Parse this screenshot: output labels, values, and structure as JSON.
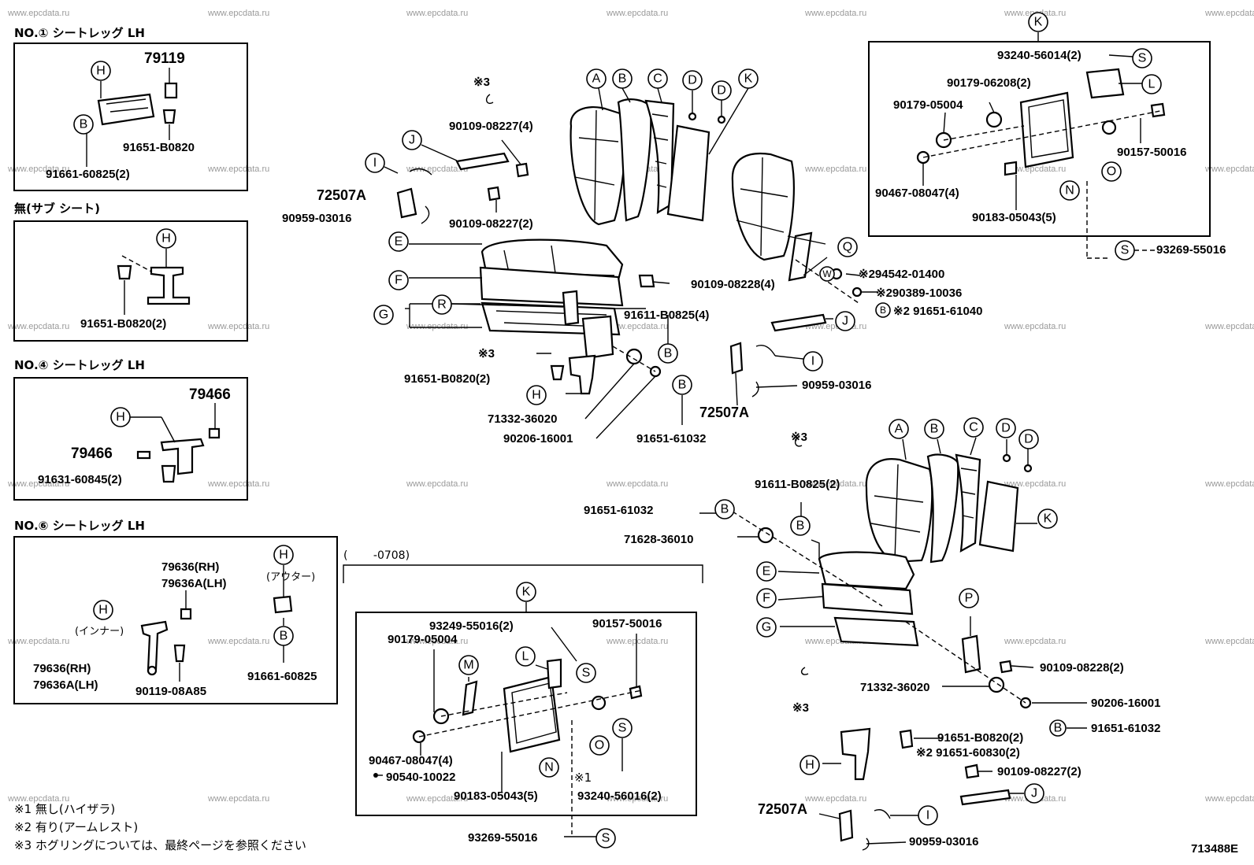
{
  "watermark": "www.epcdata.ru",
  "diagram_id": "713488E",
  "panels": {
    "p1_header": "NO.① シートレッグ LH",
    "p1_parts": [
      "79119",
      "91651-B0820",
      "91661-60825(2)"
    ],
    "p2_header": "無(サブ シート)",
    "p2_parts": [
      "91651-B0820(2)"
    ],
    "p3_header": "NO.④ シートレッグ LH",
    "p3_parts": [
      "79466",
      "79466",
      "91631-60845(2)"
    ],
    "p4_header": "NO.⑥ シートレッグ LH",
    "p4_parts": [
      "79636(RH)",
      "79636A(LH)",
      "79636(RH)",
      "79636A(LH)",
      "90119-08A85",
      "91661-60825"
    ],
    "p4_inner": "(インナー)",
    "p4_outer": "(アウター)",
    "p5_date": "(　　 -0708)",
    "p5_parts": [
      "93249-55016(2)",
      "90157-50016",
      "90179-05004",
      "90467-08047(4)",
      "90540-10022",
      "90183-05043(5)",
      "93240-56016(2)",
      "※1",
      "93269-55016"
    ],
    "p6_parts": [
      "93240-56014(2)",
      "90179-06208(2)",
      "90179-05004",
      "90157-50016",
      "90467-08047(4)",
      "90183-05043(5)",
      "93269-55016"
    ]
  },
  "main_parts": [
    "※3",
    "90109-08227(4)",
    "72507A",
    "90959-03016",
    "90109-08227(2)",
    "90109-08228(4)",
    "91611-B0825(4)",
    "※3",
    "91651-B0820(2)",
    "71332-36020",
    "90206-16001",
    "91651-61032",
    "※294542-01400",
    "※290389-10036",
    "※2 91651-61040",
    "90959-03016",
    "72507A"
  ],
  "lower_parts": [
    "※3",
    "91611-B0825(2)",
    "91651-61032",
    "71628-36010",
    "90109-08228(2)",
    "71332-36020",
    "90206-16001",
    "91651-61032",
    "※3",
    "91651-B0820(2)",
    "※2 91651-60830(2)",
    "90109-08227(2)",
    "72507A",
    "90959-03016"
  ],
  "notes": [
    "※1 無し(ハイザラ)",
    "※2 有り(アームレスト)",
    "※3 ホグリングについては、最終ページを参照ください"
  ]
}
